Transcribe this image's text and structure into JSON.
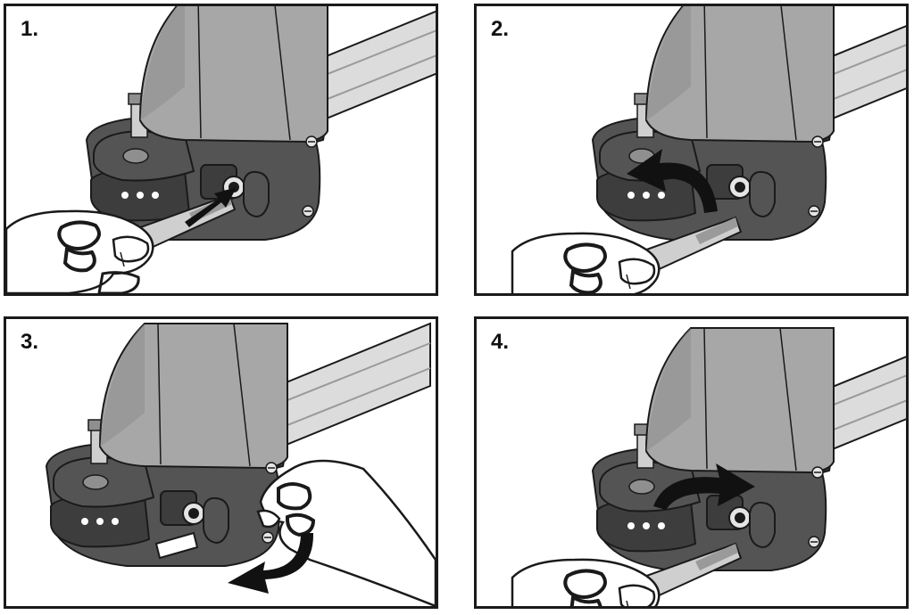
{
  "colors": {
    "body": "#a7a7a7",
    "body_shade": "#8f8f8f",
    "dark_base": "#545454",
    "darker_base": "#3d3d3d",
    "rail": "#dcdcdc",
    "outline": "#1a1a1a",
    "skin": "#ffffff",
    "arrow": "#111111"
  },
  "steps": [
    {
      "label": "1.",
      "icon": "key-insert-icon"
    },
    {
      "label": "2.",
      "icon": "key-turn-icon"
    },
    {
      "label": "3.",
      "icon": "release-lever-icon"
    },
    {
      "label": "4.",
      "icon": "key-turn-back-icon"
    }
  ]
}
